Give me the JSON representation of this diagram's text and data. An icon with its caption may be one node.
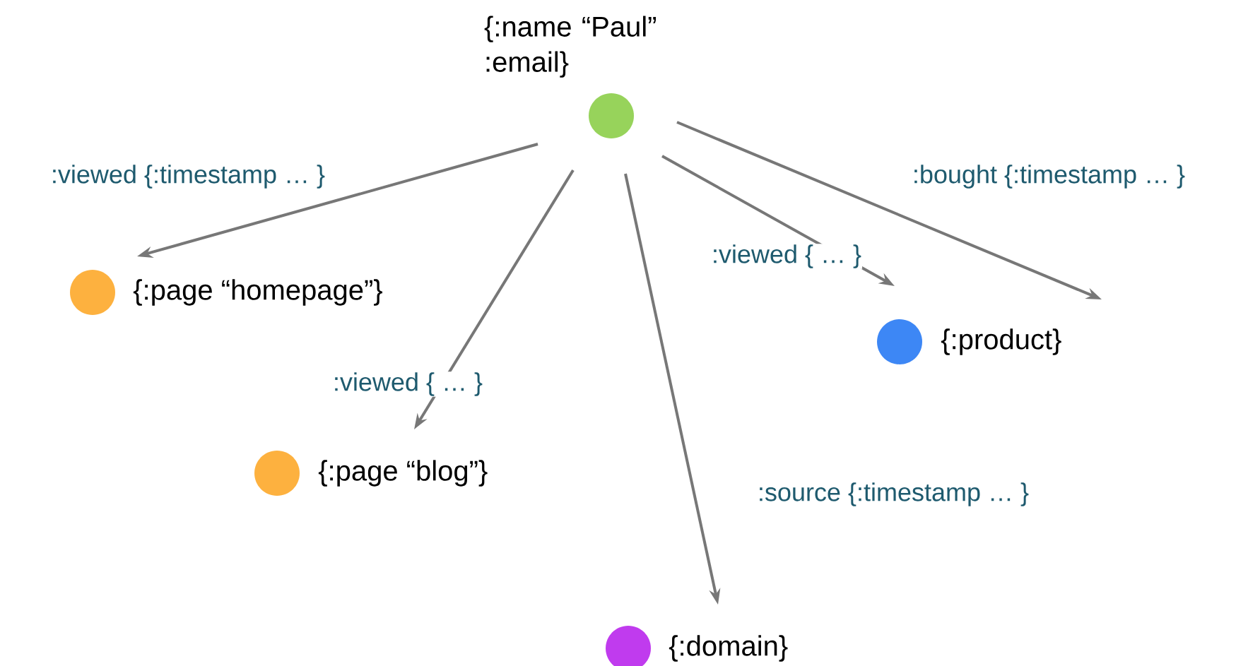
{
  "diagram": {
    "nodes": [
      {
        "text": [],
        "shape": "circle",
        "beside": [
          "{:name “Paul” :email}"
        ]
      },
      {
        "text": [],
        "shape": "circle",
        "beside": [
          "{:page “homepage”}"
        ]
      },
      {
        "text": [],
        "shape": "circle",
        "beside": [
          "{:product}"
        ]
      },
      {
        "text": [],
        "shape": "circle",
        "beside": [
          "{:page “blog”}"
        ]
      },
      {
        "text": [],
        "shape": "circle",
        "beside": [
          "{:domain}"
        ]
      }
    ],
    "edges": [
      {
        "from": 0,
        "to": 1,
        "arrow": "to",
        "label": ":viewed {:timestamp … }"
      },
      {
        "from": 0,
        "to": 2,
        "arrow": "to",
        "label": ":bought {:timestamp … }"
      },
      {
        "from": 0,
        "to": 2,
        "arrow": "to",
        "label": ":viewed { … }"
      },
      {
        "from": 0,
        "to": 3,
        "arrow": "to",
        "label": ":viewed { … }"
      },
      {
        "from": 0,
        "to": 4,
        "arrow": "to",
        "label": ":source {:timestamp … }"
      }
    ]
  }
}
